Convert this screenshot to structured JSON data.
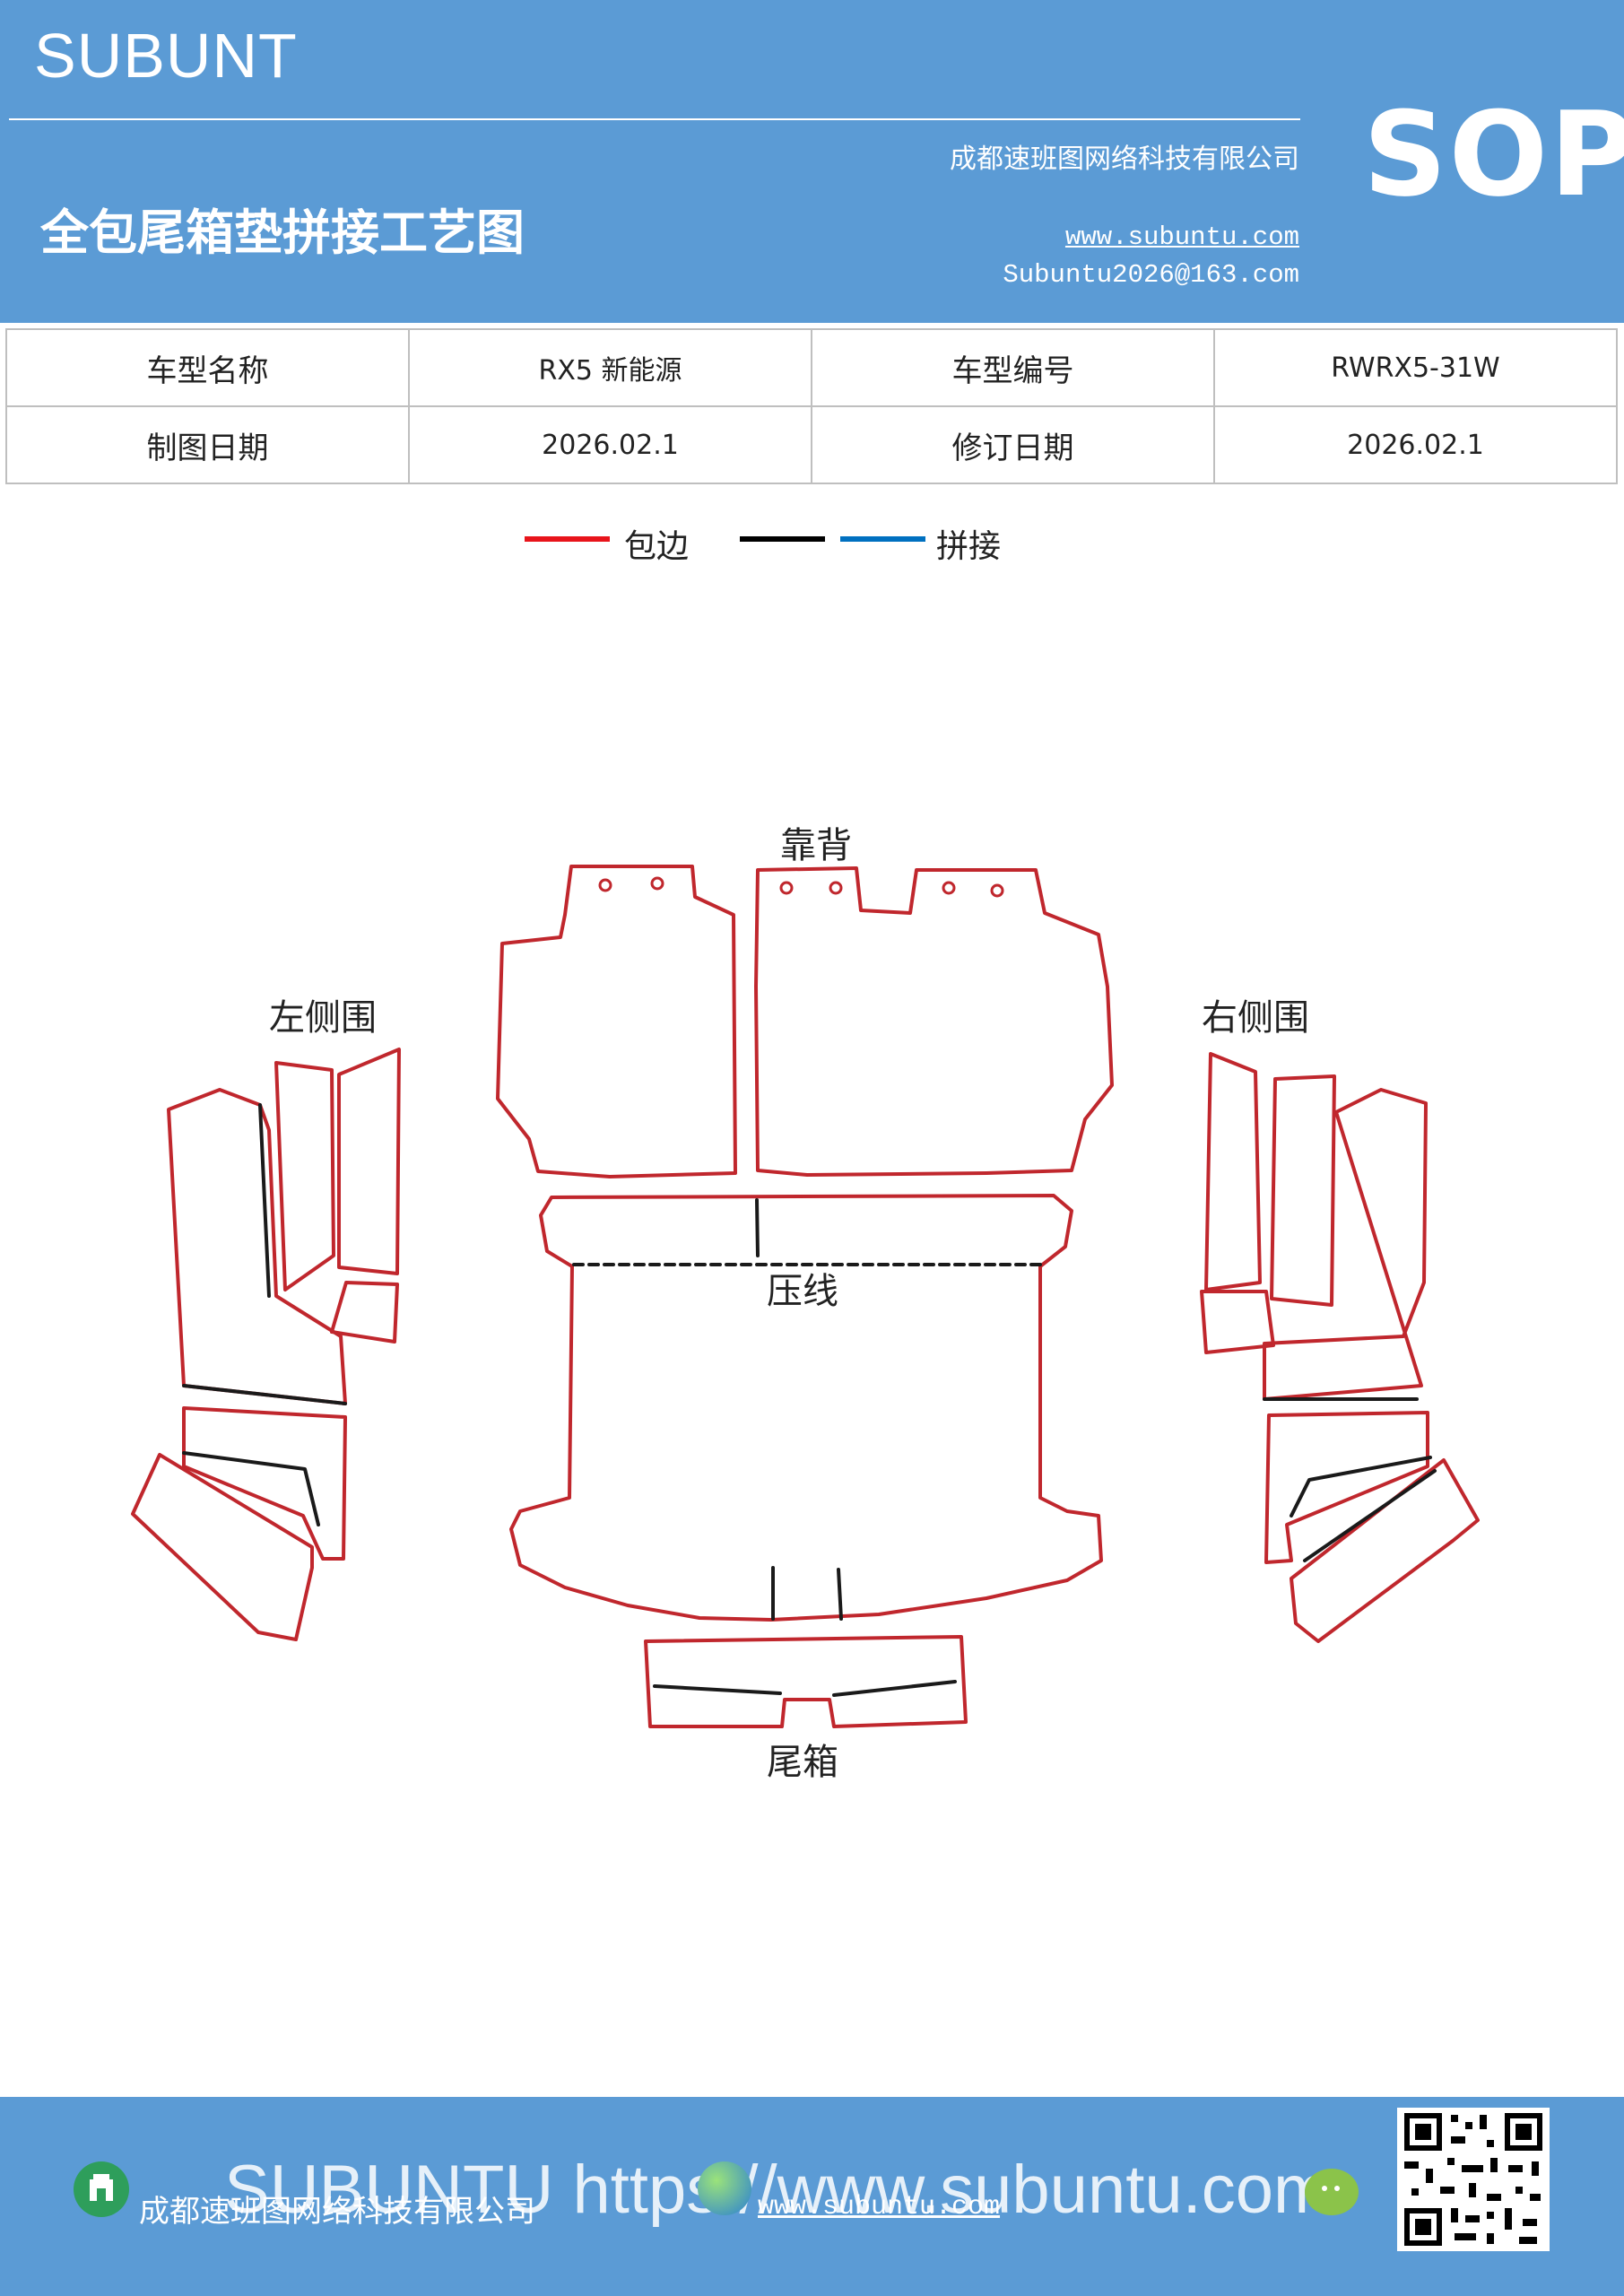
{
  "header": {
    "brand": "SUBUNT",
    "title": "全包尾箱垫拼接工艺图",
    "company": "成都速班图网络科技有限公司",
    "website": "www.subuntu.com",
    "email": "Subuntu2026@163.com",
    "badge": "SOP"
  },
  "info_table": {
    "rows": [
      {
        "label1": "车型名称",
        "value1": "RX5  新能源",
        "label2": "车型编号",
        "value2": "RWRX5-31W"
      },
      {
        "label1": "制图日期",
        "value1": "2026.02.1",
        "label2": "修订日期",
        "value2": "2026.02.1"
      }
    ]
  },
  "legend": {
    "items": [
      {
        "label": "包边",
        "color": "#e8141b"
      },
      {
        "label": "",
        "color": "#000000"
      },
      {
        "label": "拼接",
        "color": "#0070c0"
      }
    ]
  },
  "diagram": {
    "labels": {
      "backrest": "靠背",
      "left_side": "左侧围",
      "right_side": "右侧围",
      "press_line": "压线",
      "trunk": "尾箱"
    },
    "colors": {
      "edge": "#c0272d",
      "seam": "#1a1a1a"
    }
  },
  "footer": {
    "watermark": "SUBUNTU https://www.subuntu.com",
    "company": "成都速班图网络科技有限公司",
    "website": "www.subuntu.com"
  }
}
